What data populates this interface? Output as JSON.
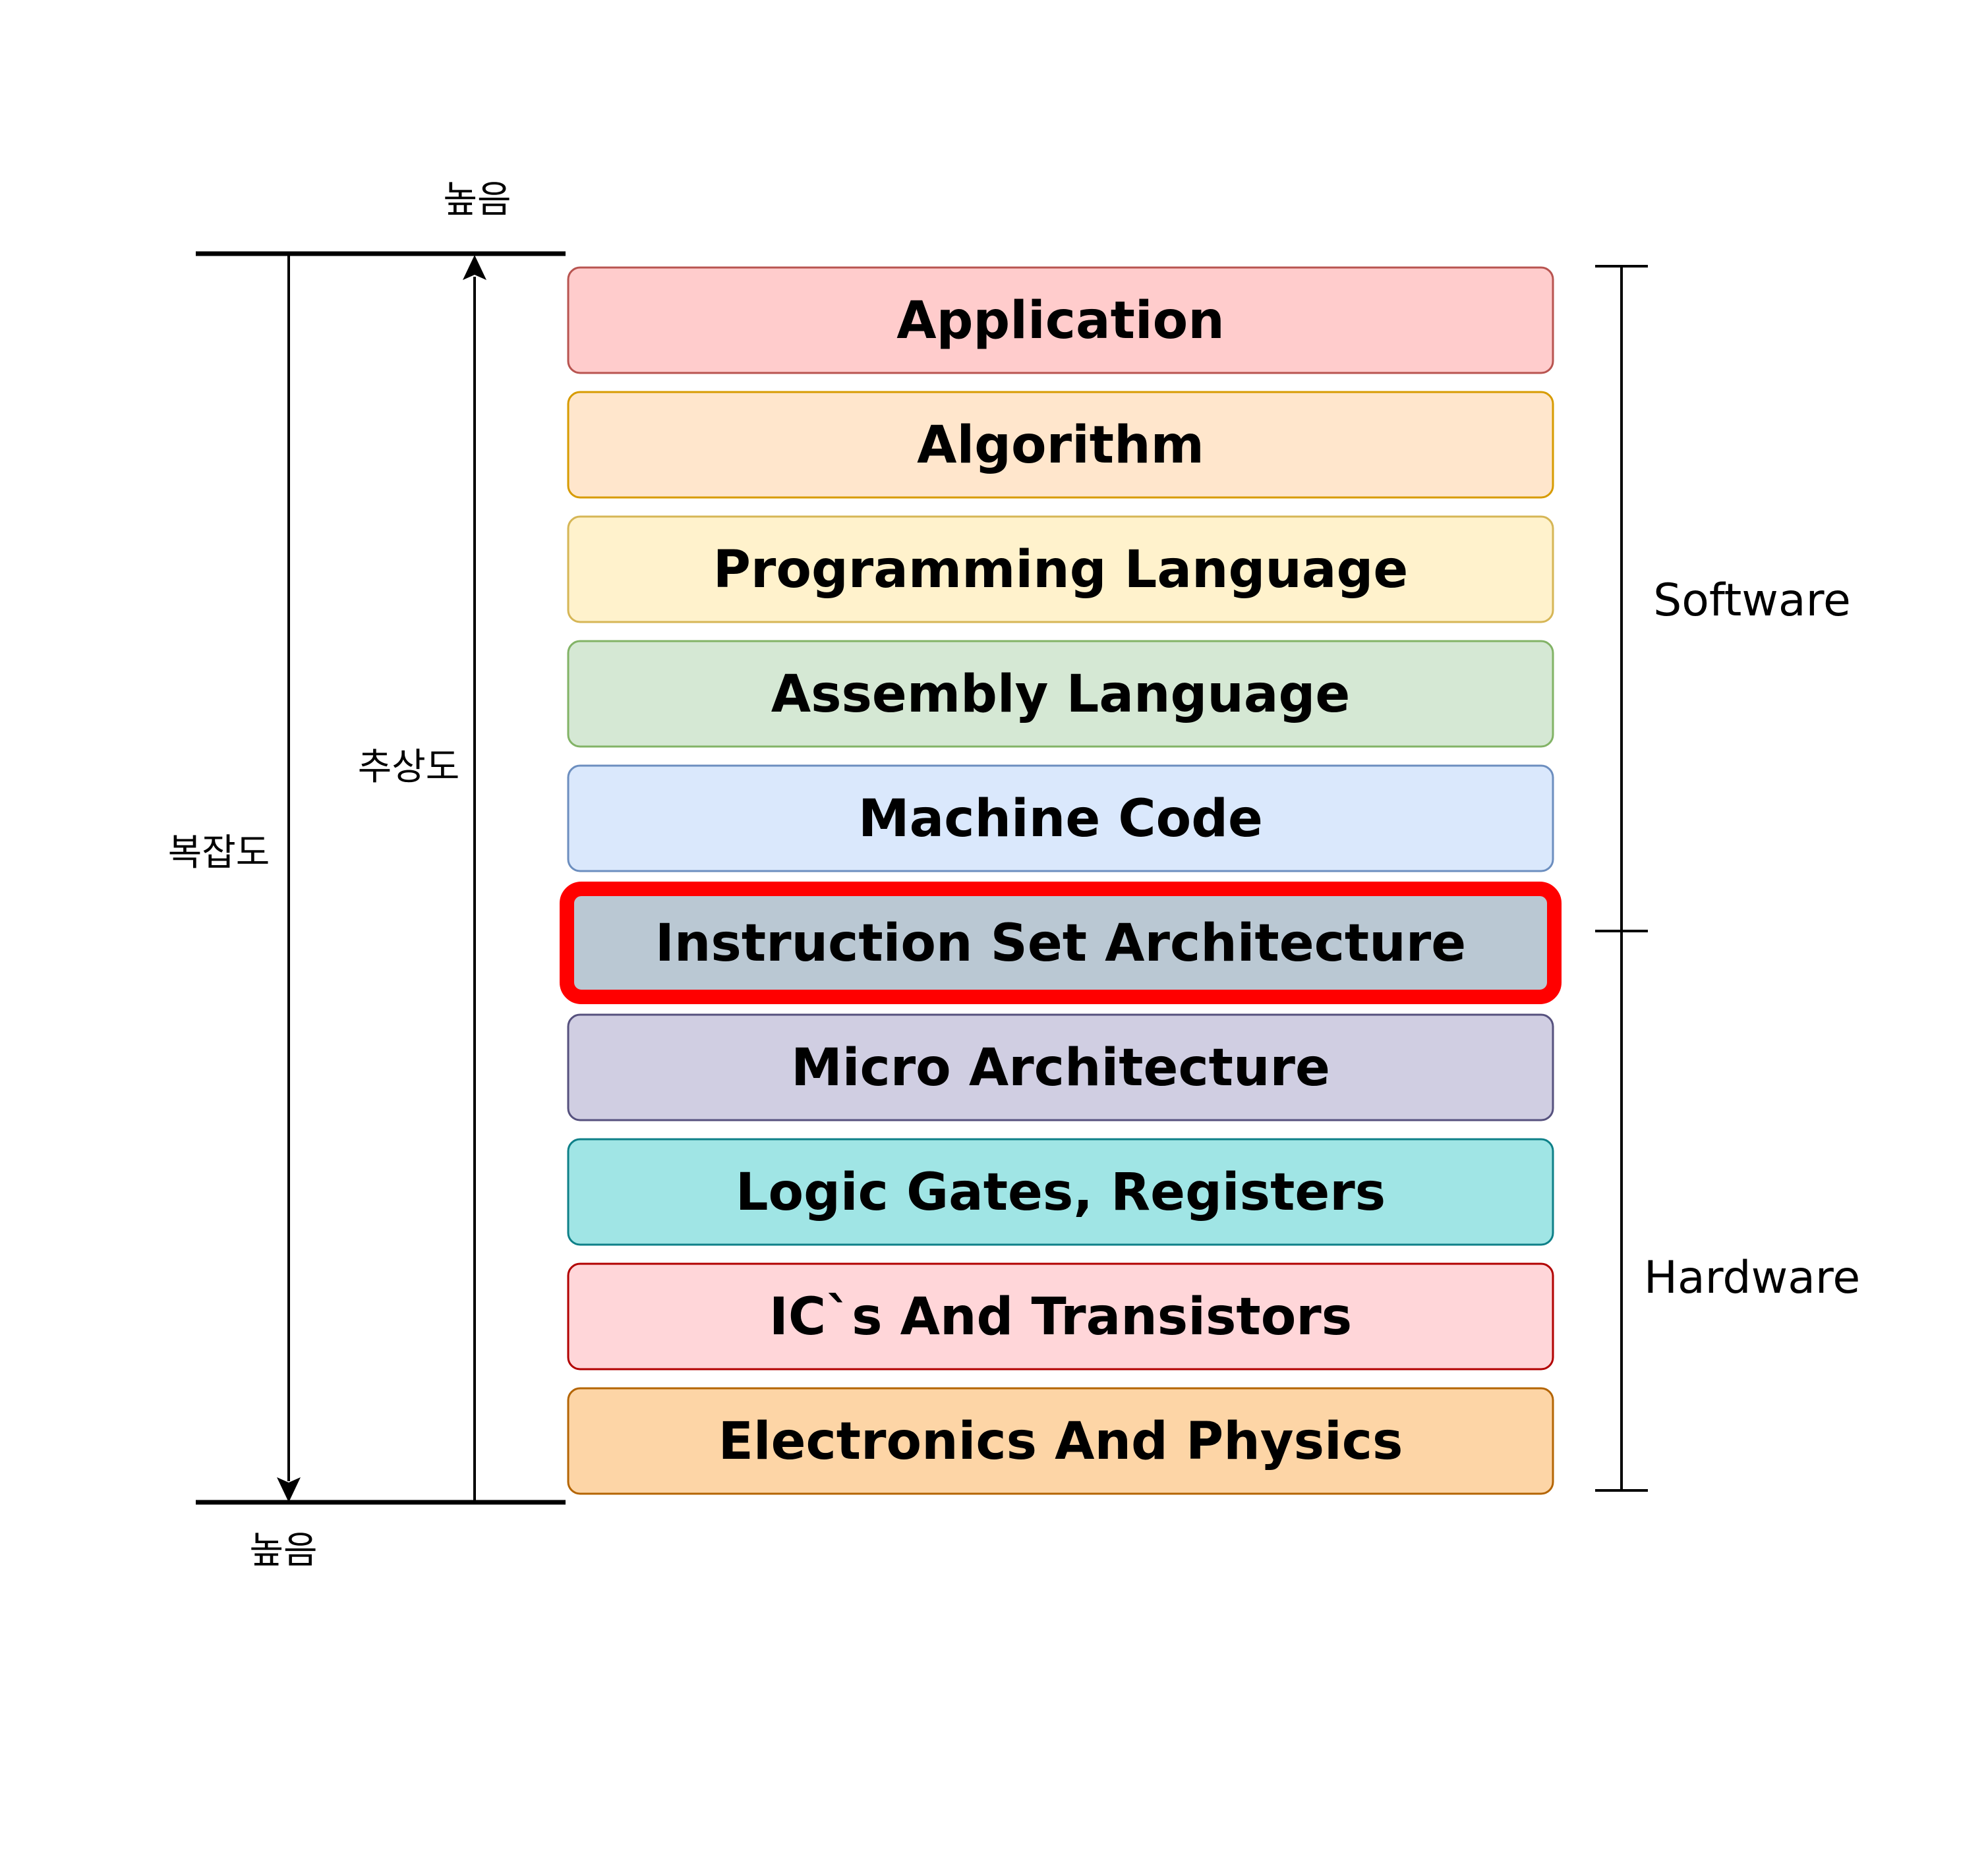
{
  "layers": [
    {
      "label": "Application",
      "fill": "#ffcccc",
      "stroke": "#b85450",
      "highlighted": false
    },
    {
      "label": "Algorithm",
      "fill": "#ffe6cc",
      "stroke": "#d79b00",
      "highlighted": false
    },
    {
      "label": "Programming Language",
      "fill": "#fff2cc",
      "stroke": "#d6b656",
      "highlighted": false
    },
    {
      "label": "Assembly Language",
      "fill": "#d5e8d4",
      "stroke": "#82b366",
      "highlighted": false
    },
    {
      "label": "Machine Code",
      "fill": "#dae8fc",
      "stroke": "#6c8ebf",
      "highlighted": false
    },
    {
      "label": "Instruction Set Architecture",
      "fill": "#bac8d3",
      "stroke": "#ff0000",
      "highlighted": true
    },
    {
      "label": "Micro Architecture",
      "fill": "#d0cee2",
      "stroke": "#56517e",
      "highlighted": false
    },
    {
      "label": "Logic Gates, Registers",
      "fill": "#a0e5e5",
      "stroke": "#0e8088",
      "highlighted": false
    },
    {
      "label": "IC`s And Transistors",
      "fill": "#ffd6d9",
      "stroke": "#b20000",
      "highlighted": false
    },
    {
      "label": "Electronics And Physics",
      "fill": "#fdd5a6",
      "stroke": "#b46504",
      "highlighted": false
    }
  ],
  "brackets": {
    "software": "Software",
    "hardware": "Hardware"
  },
  "axes": {
    "top_label": "높음",
    "bottom_label": "높음",
    "abstraction": "추상도",
    "complexity": "복잡도"
  },
  "colors": {
    "line": "#000000",
    "highlight": "#ff0000"
  }
}
